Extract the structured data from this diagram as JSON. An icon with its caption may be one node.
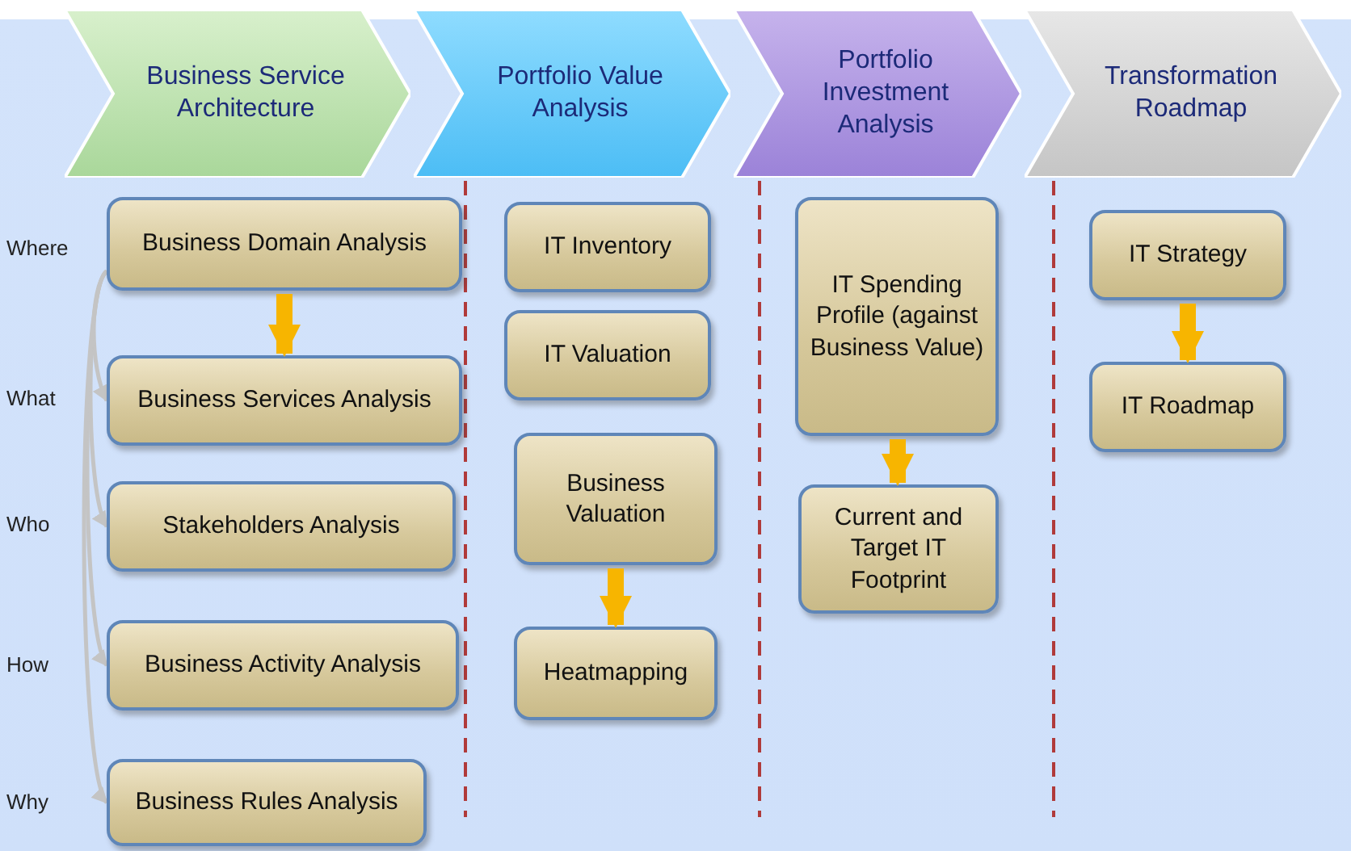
{
  "diagram": {
    "nodes": [
      {
        "text": [
          "Business Service Architecture"
        ]
      },
      {
        "text": [
          "Portfolio Value Analysis"
        ]
      },
      {
        "text": [
          "Portfolio Investment Analysis"
        ]
      },
      {
        "text": [
          "Transformation Roadmap"
        ]
      },
      {
        "text": [
          "Business Domain Analysis"
        ]
      },
      {
        "text": [
          "Business Services Analysis"
        ]
      },
      {
        "text": [
          "Stakeholders Analysis"
        ]
      },
      {
        "text": [
          "Business Activity Analysis"
        ]
      },
      {
        "text": [
          "Business Rules Analysis"
        ]
      },
      {
        "text": [
          "IT Inventory"
        ]
      },
      {
        "text": [
          "IT Valuation"
        ]
      },
      {
        "text": [
          "Business Valuation"
        ]
      },
      {
        "text": [
          "Heatmapping"
        ]
      },
      {
        "text": [
          "IT Spending Profile (against Business Value)"
        ]
      },
      {
        "text": [
          "Current and Target IT Footprint"
        ]
      },
      {
        "text": [
          "IT Strategy"
        ]
      },
      {
        "text": [
          "IT Roadmap"
        ]
      }
    ],
    "edges": [
      {
        "from": 4,
        "to": 5,
        "arrow": "to",
        "style": "thick",
        "color": "#f7b500"
      },
      {
        "from": 4,
        "to": 5,
        "arrow": "to",
        "color": "#c4c4c4"
      },
      {
        "from": 4,
        "to": 6,
        "arrow": "to",
        "color": "#c4c4c4"
      },
      {
        "from": 4,
        "to": 7,
        "arrow": "to",
        "color": "#c4c4c4"
      },
      {
        "from": 4,
        "to": 8,
        "arrow": "to",
        "color": "#c4c4c4"
      },
      {
        "from": 11,
        "to": 12,
        "arrow": "to",
        "style": "thick",
        "color": "#f7b500"
      },
      {
        "from": 13,
        "to": 14,
        "arrow": "to",
        "style": "thick",
        "color": "#f7b500"
      },
      {
        "from": 15,
        "to": 16,
        "arrow": "to",
        "style": "thick",
        "color": "#f7b500"
      }
    ],
    "labels": [
      "Where",
      "What",
      "Who",
      "How",
      "Why"
    ]
  }
}
